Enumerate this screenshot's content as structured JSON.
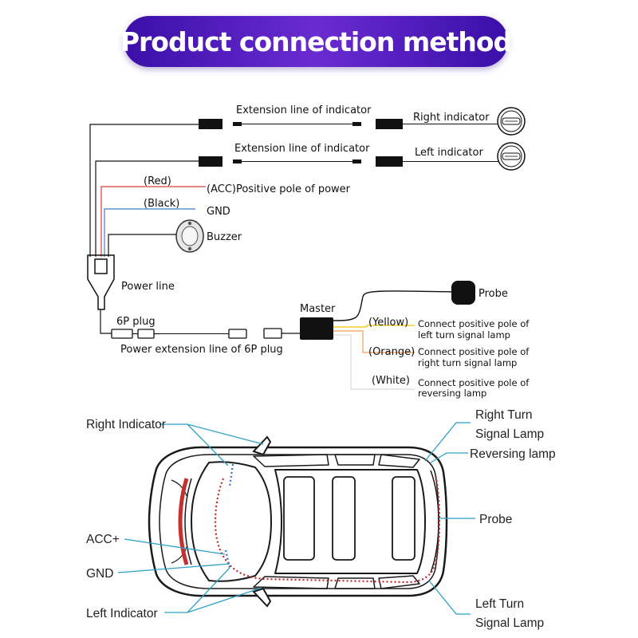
{
  "title": "Product connection method",
  "wiring": {
    "extension_top": "Extension line of indicator",
    "extension_bottom": "Extension line of indicator",
    "right_indicator": "Right indicator",
    "left_indicator": "Left indicator",
    "red": "(Red)",
    "acc_positive": "(ACC)Positive pole of power",
    "black": "(Black)",
    "gnd": "GND",
    "buzzer": "Buzzer",
    "power_line": "Power line",
    "plug_6p": "6P plug",
    "power_extension": "Power extension line of 6P plug",
    "master": "Master",
    "probe": "Probe",
    "yellow": "(Yellow)",
    "yellow_desc_1": "Connect positive pole of",
    "yellow_desc_2": "left turn signal lamp",
    "orange": "(Orange)",
    "orange_desc_1": "Connect positive pole of",
    "orange_desc_2": "right turn signal lamp",
    "white": "(White)",
    "white_desc_1": "Connect positive pole of",
    "white_desc_2": "reversing lamp"
  },
  "car": {
    "right_indicator": "Right Indicator",
    "acc": "ACC+",
    "gnd": "GND",
    "left_indicator": "Left Indicator",
    "right_turn_1": "Right Turn",
    "right_turn_2": "Signal Lamp",
    "reversing_lamp": "Reversing lamp",
    "probe": "Probe",
    "left_turn_1": "Left Turn",
    "left_turn_2": "Signal Lamp"
  },
  "colors": {
    "banner": "#4b1bbd",
    "red_wire": "#e23a3a",
    "black_wire_blue": "#3a7ec8",
    "yellow_wire": "#f2c500",
    "orange_wire": "#f0a055",
    "leader_line": "#2f9fc4",
    "probe_path": "#c0282e"
  }
}
